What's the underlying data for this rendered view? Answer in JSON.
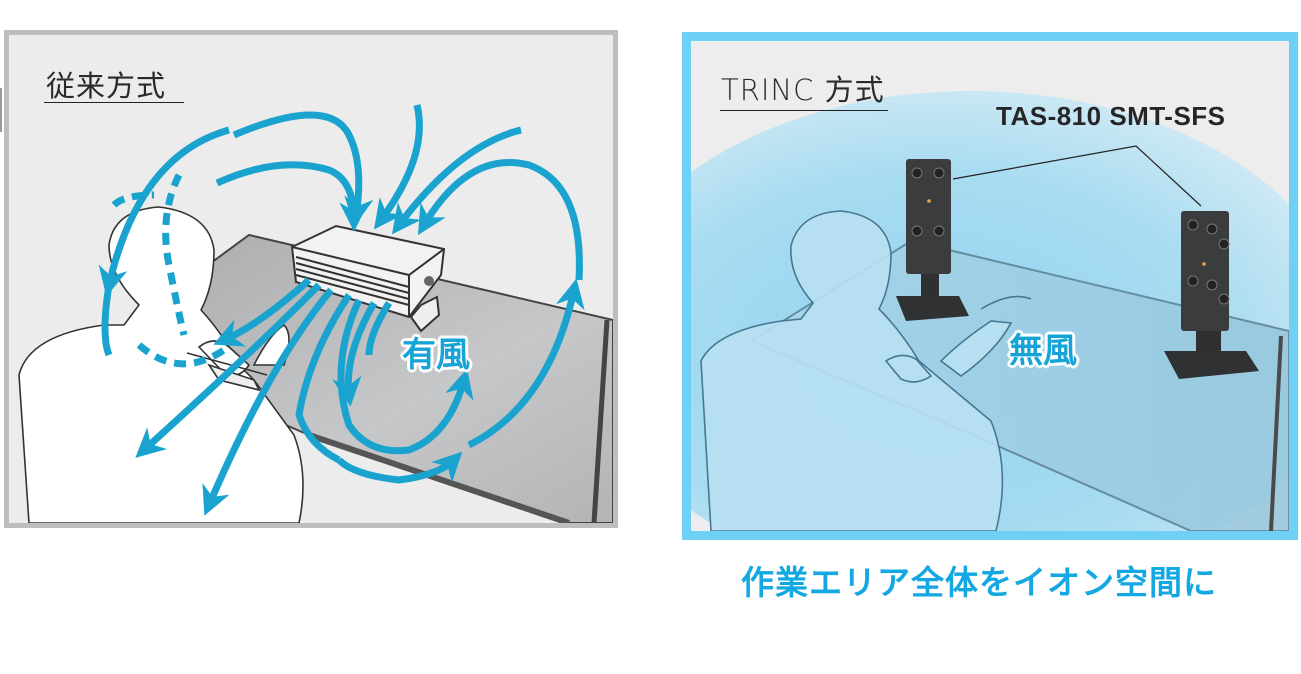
{
  "left": {
    "heading": "従来方式",
    "wind_label": "有風",
    "illustration": "worker-at-desk-with-fan-ionizer-airflow-arrows"
  },
  "right": {
    "heading": "TRINC 方式",
    "product_callout": "TAS-810 SMT-SFS",
    "wind_label": "無風",
    "illustration": "worker-at-desk-with-two-windless-ionizers-blue-ion-field"
  },
  "caption": "作業エリア全体をイオン空間に",
  "colors": {
    "arrow_blue": "#1aa3cf",
    "frame_gray": "#bebebe",
    "frame_blue": "#6fd0f6",
    "caption_blue": "#13a8e2",
    "panel_bg": "#ececec",
    "desk_gray": "#b8b9bb",
    "device_dark": "#3b3d3f"
  }
}
